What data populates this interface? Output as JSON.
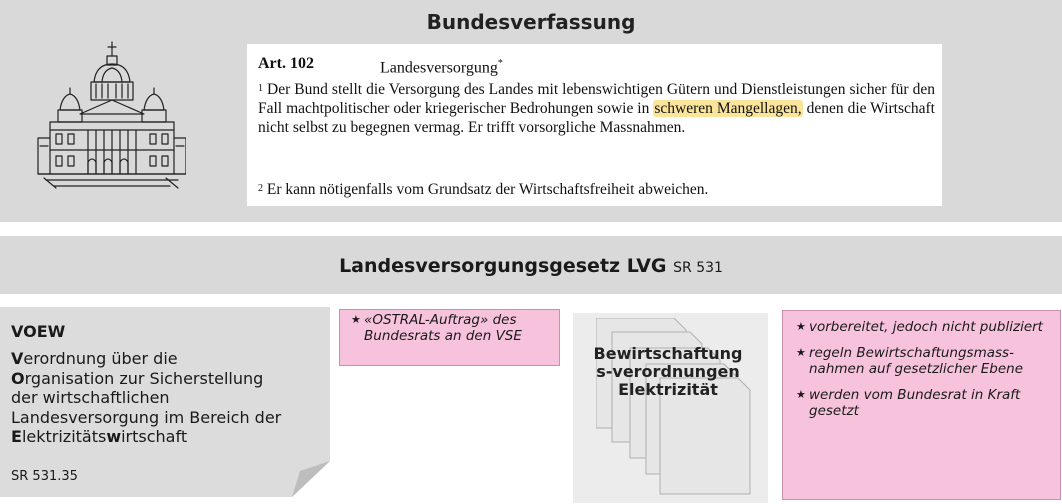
{
  "constitution": {
    "title": "Bundesverfassung",
    "article_number": "Art. 102",
    "article_title": "Landesversorgung",
    "article_footnote_mark": "*",
    "para1_number": "1",
    "para1_before": "Der Bund stellt die Versorgung des Landes mit lebenswichtigen Gütern und Dienstleistungen sicher für den Fall machtpolitischer oder kriegerischer Bedrohungen sowie in ",
    "para1_highlight": "schweren Mangellagen,",
    "para1_after": " denen die Wirtschaft nicht selbst zu begegnen vermag. Er trifft vorsorgliche Massnahmen.",
    "para2_number": "2",
    "para2_text": "Er kann nötigenfalls vom Grundsatz der Wirtschaftsfreiheit abweichen.",
    "highlight_color": "#fbe59a"
  },
  "law": {
    "title": "Landesversorgungsgesetz LVG",
    "sr": "SR 531"
  },
  "voew": {
    "title": "VOEW",
    "lines": [
      {
        "bold": "V",
        "rest": "erordnung über die"
      },
      {
        "bold": "O",
        "rest": "rganisation zur Sicherstellung"
      },
      {
        "bold": "",
        "rest": "der wirtschaftlichen"
      },
      {
        "bold": "",
        "rest": "Landesversorgung im Bereich der"
      }
    ],
    "last_line": {
      "b1": "E",
      "t1": "lektrizitäts",
      "b2": "w",
      "t2": "irtschaft"
    },
    "sr": "SR 531.35"
  },
  "notes": {
    "ostral": "«OSTRAL-Auftrag» des Bundesrats an den VSE",
    "right": [
      "vorbereitet, jedoch nicht publiziert",
      "regeln Bewirtschaftungsmass-nahmen auf gesetzlicher Ebene",
      "werden vom Bundesrat in Kraft gesetzt"
    ],
    "star": "★",
    "color": "#f7c3dc"
  },
  "bewirtschaftung": {
    "line1": "Bewirtschaftung",
    "line2": "s-verordnungen",
    "line3": "Elektrizität"
  },
  "icons": {
    "building": "federal-palace-icon",
    "documents": "document-stack-icon"
  }
}
